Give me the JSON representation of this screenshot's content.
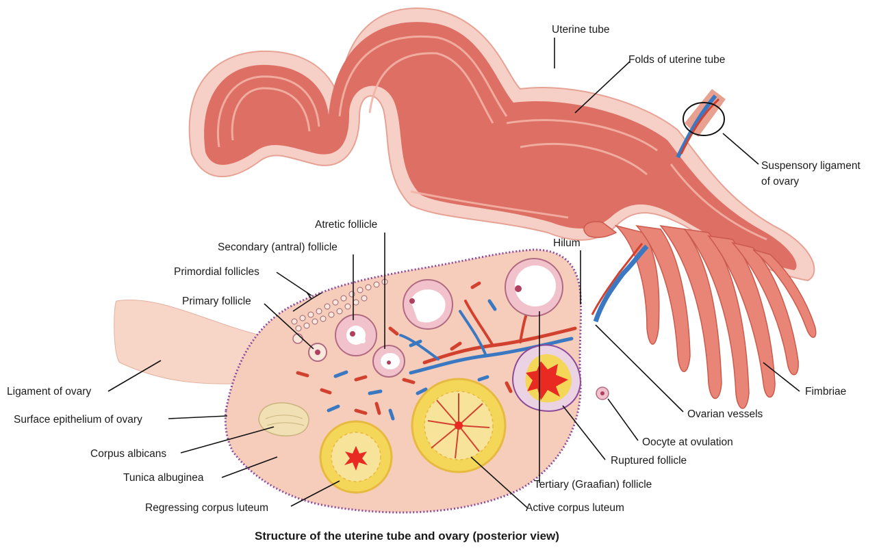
{
  "title": "Structure of the uterine tube and ovary (posterior view)",
  "colors": {
    "tube": "#dd6f64",
    "tube_light": "#f3b3a6",
    "tube_edge": "#f6cfc6",
    "ovary": "#f6cdbb",
    "ovary_border": "#8c4a9a",
    "artery": "#d2402e",
    "vein": "#3b78c2",
    "corpus_luteum": "#f4d659",
    "corpus_albicans": "#f0e0b3"
  },
  "labels": {
    "uterine_tube": "Uterine tube",
    "folds_of_uterine_tube": "Folds of uterine tube",
    "suspensory_ligament_line1": "Suspensory ligament",
    "suspensory_ligament_line2": "of ovary",
    "atretic_follicle": "Atretic follicle",
    "secondary_follicle": "Secondary (antral) follicle",
    "hilum": "Hilum",
    "primordial_follicles": "Primordial follicles",
    "primary_follicle": "Primary follicle",
    "ligament_of_ovary": "Ligament of ovary",
    "fimbriae": "Fimbriae",
    "surface_epithelium": "Surface epithelium of ovary",
    "ovarian_vessels": "Ovarian vessels",
    "oocyte_at_ovulation": "Oocyte at ovulation",
    "corpus_albicans": "Corpus albicans",
    "ruptured_follicle": "Ruptured follicle",
    "tunica_albuginea": "Tunica albuginea",
    "tertiary_follicle": "Tertiary (Graafian) follicle",
    "regressing_corpus_luteum": "Regressing corpus luteum",
    "active_corpus_luteum": "Active corpus luteum"
  }
}
